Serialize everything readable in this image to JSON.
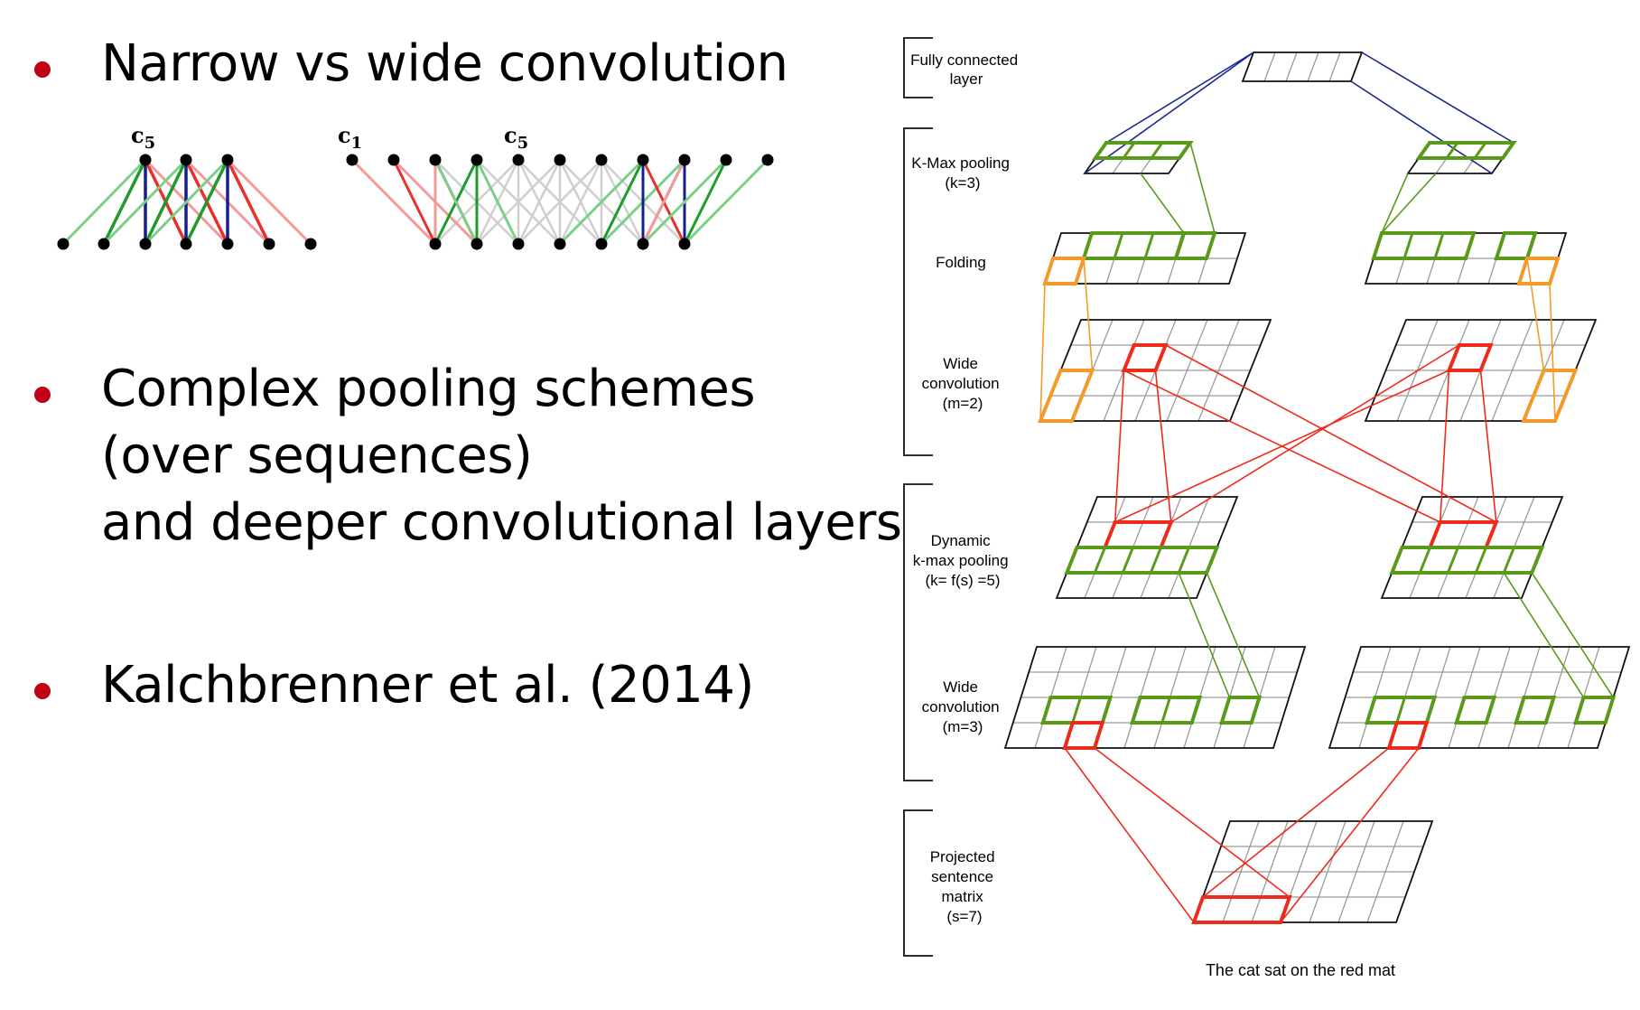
{
  "bullets": [
    {
      "lines": [
        "Narrow vs wide convolution"
      ]
    },
    {
      "lines": [
        "Complex pooling schemes",
        "(over sequences)",
        "and deeper convolutional layers"
      ]
    },
    {
      "lines": [
        "Kalchbrenner et al. (2014)"
      ]
    }
  ],
  "conv_diagram": {
    "narrow_label": "c",
    "narrow_label_sub": "5",
    "wide_label_1": "c",
    "wide_label_1_sub": "1",
    "wide_label_2": "c",
    "wide_label_2_sub": "5"
  },
  "network": {
    "stage_labels": {
      "fc": [
        "Fully connected",
        "layer"
      ],
      "kmax": [
        "K-Max pooling",
        "(k=3)"
      ],
      "folding": [
        "Folding"
      ],
      "wide2": [
        "Wide",
        "convolution",
        "(m=2)"
      ],
      "dynk": [
        "Dynamic",
        "k-max pooling",
        "(k= f(s) =5)"
      ],
      "wide3": [
        "Wide",
        "convolution",
        "(m=3)"
      ],
      "proj": [
        "Projected",
        "sentence",
        "matrix",
        "(s=7)"
      ]
    },
    "sentence": "The cat sat on the red mat"
  },
  "colors": {
    "bullet": "#c00016",
    "green": "#5a9a1a",
    "orange": "#f39a2b",
    "red": "#ee2b1b",
    "blue": "#1a2a8c",
    "grid": "#9a9a9a"
  }
}
